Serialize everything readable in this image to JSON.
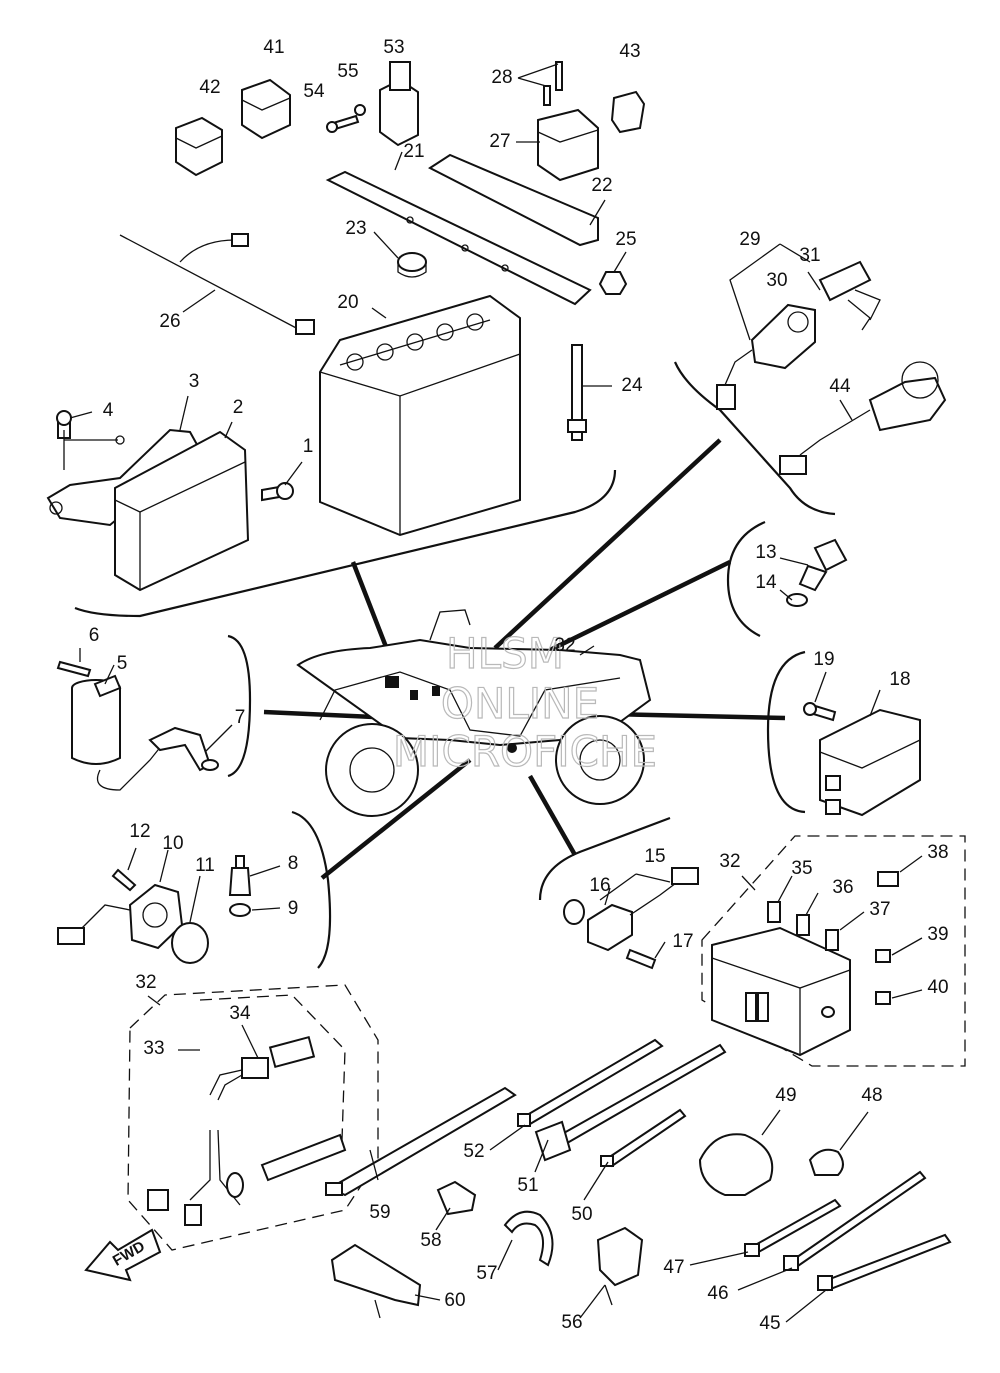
{
  "diagram": {
    "watermark": [
      "HLSM",
      "ONLINE",
      "MICROFICHE"
    ],
    "fwd_label": "FWD",
    "callouts": {
      "c1": "1",
      "c2": "2",
      "c3": "3",
      "c4": "4",
      "c5": "5",
      "c6": "6",
      "c7": "7",
      "c8": "8",
      "c9": "9",
      "c10": "10",
      "c11": "11",
      "c12": "12",
      "c13": "13",
      "c14": "14",
      "c15": "15",
      "c16": "16",
      "c17": "17",
      "c18": "18",
      "c19": "19",
      "c20": "20",
      "c21": "21",
      "c22": "22",
      "c23": "23",
      "c24": "24",
      "c25": "25",
      "c26": "26",
      "c27": "27",
      "c28": "28",
      "c29": "29",
      "c30": "30",
      "c31": "31",
      "c32a": "32",
      "c32b": "32",
      "c32c": "32",
      "c33": "33",
      "c34": "34",
      "c35": "35",
      "c36": "36",
      "c37": "37",
      "c38": "38",
      "c39": "39",
      "c40": "40",
      "c41": "41",
      "c42": "42",
      "c43": "43",
      "c44": "44",
      "c45": "45",
      "c46": "46",
      "c47": "47",
      "c48": "48",
      "c49": "49",
      "c50": "50",
      "c51": "51",
      "c52": "52",
      "c53": "53",
      "c54": "54",
      "c55": "55",
      "c56": "56",
      "c57": "57",
      "c58": "58",
      "c59": "59",
      "c60": "60"
    }
  }
}
